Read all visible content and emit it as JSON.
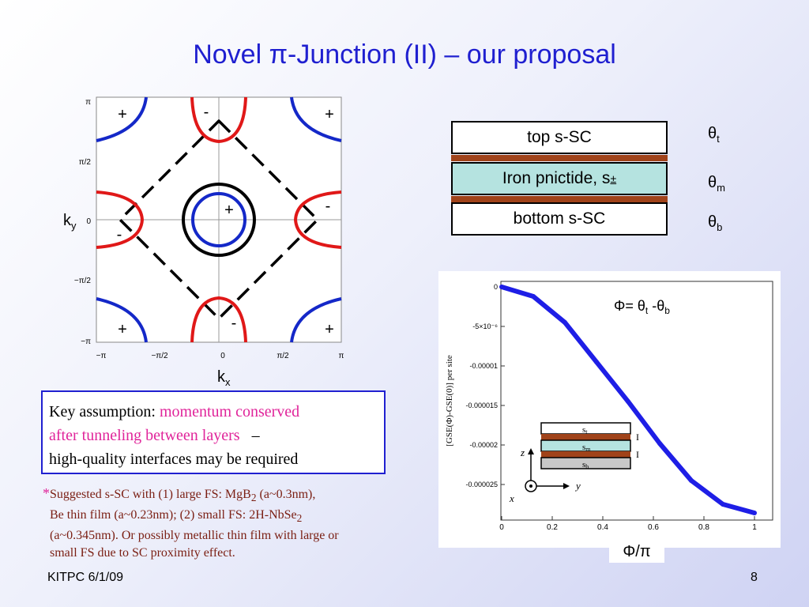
{
  "title": "Novel π-Junction (II) – our proposal",
  "fs_plot": {
    "y_ticks": [
      "π",
      "π/2",
      "0",
      "−π/2",
      "−π"
    ],
    "x_ticks": [
      "−π",
      "−π/2",
      "0",
      "π/2",
      "π"
    ],
    "xlabel": "k",
    "xlabel_sub": "x",
    "ylabel": "k",
    "ylabel_sub": "y",
    "signs": {
      "corner": "+",
      "edge": "-",
      "center": "+"
    },
    "colors": {
      "positive": "#1428c8",
      "negative": "#e01818",
      "hybrid": "#000000"
    }
  },
  "layers": [
    {
      "label": "top s-SC",
      "theta": "θ",
      "theta_sub": "t"
    },
    {
      "label": "Iron pnictide, s",
      "label_sub": "±",
      "theta": "θ",
      "theta_sub": "m"
    },
    {
      "label": "bottom s-SC",
      "theta": "θ",
      "theta_sub": "b"
    }
  ],
  "key_box": {
    "prefix": "Key assumption: ",
    "highlight_1": "momentum conserved",
    "highlight_2": "after tunneling between layers",
    "dash": "–",
    "line3": "high-quality interfaces may be required"
  },
  "footnote": {
    "star": "*",
    "line1_a": "Suggested s-SC with (1) large FS: MgB",
    "line1_sub": "2",
    "line1_b": " (a~0.3nm),",
    "line2_a": "Be thin film (a~0.23nm); (2) small FS: 2H-NbSe",
    "line2_sub": "2",
    "line3": "(a~0.345nm). Or possibly metallic thin film with large or",
    "line4": "small FS due to SC proximity effect."
  },
  "footer": {
    "left": "KITPC 6/1/09",
    "right": "8"
  },
  "chart_data": {
    "type": "line",
    "x": [
      0,
      0.125,
      0.25,
      0.375,
      0.5,
      0.625,
      0.75,
      0.875,
      1.0
    ],
    "series": [
      {
        "values": [
          0,
          -1.2e-06,
          -4.5e-06,
          -9.5e-06,
          -1.45e-05,
          -1.98e-05,
          -2.45e-05,
          -2.75e-05,
          -2.86e-05
        ]
      }
    ],
    "x_ticks": [
      "0",
      "0.2",
      "0.4",
      "0.6",
      "0.8",
      "1"
    ],
    "y_ticks": [
      "0",
      "-5×10⁻⁶",
      "-0.00001",
      "-0.000015",
      "-0.00002",
      "-0.000025"
    ],
    "ylabel": "[GSE(Φ)-GSE(0)] per site",
    "xlabel": "Φ/π",
    "annotation": {
      "main": "Φ= θ",
      "sub1": "t",
      "mid": " -θ",
      "sub2": "b"
    },
    "xlim": [
      0,
      1
    ],
    "ylim": [
      -3e-05,
      0
    ],
    "inset_layers": [
      {
        "label": "s",
        "sub": "t"
      },
      {
        "label": "s",
        "sub": "m"
      },
      {
        "label": "s",
        "sub": "b"
      }
    ],
    "inset_markers": [
      "I",
      "I"
    ],
    "inset_axes": {
      "z": "z",
      "x": "x",
      "y": "y"
    },
    "line_color": "#1e1ee6"
  }
}
